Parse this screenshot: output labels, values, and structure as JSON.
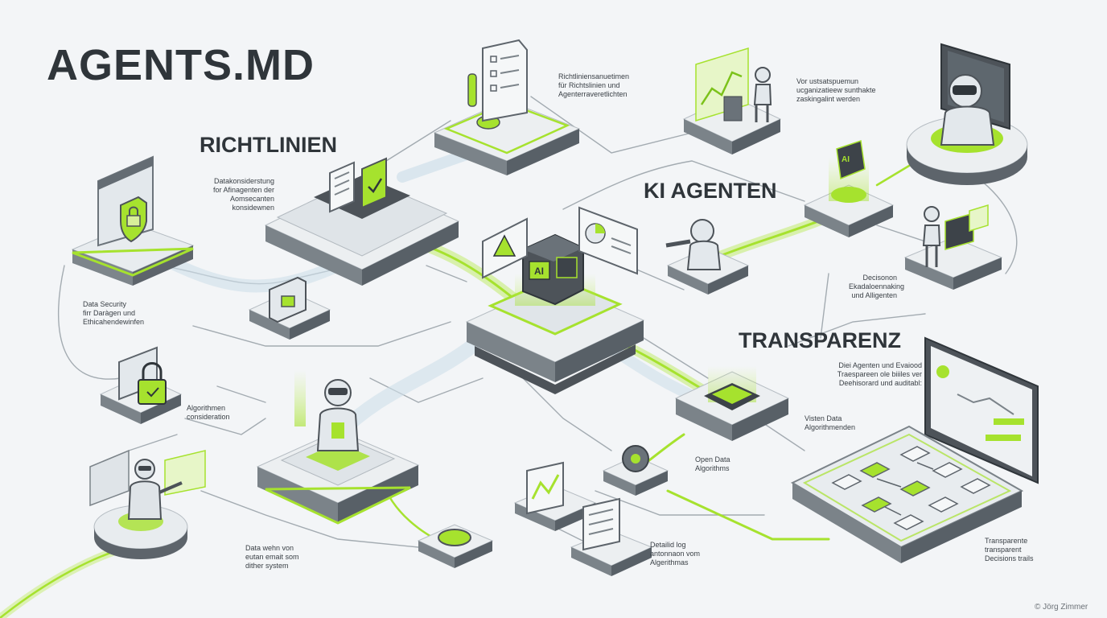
{
  "title": "AGENTS.MD",
  "sections": {
    "richtlinien": "RICHTLINIEN",
    "ki_agenten": "KI AGENTEN",
    "transparenz": "TRANSPARENZ"
  },
  "chip_label": "AI",
  "captions": {
    "richtlinien_top": "Richtliniensanuetimen\nfür Richtslinien und\nAgenterraveretlichten",
    "datakonsiderstung": "Datakonsiderstung\nfor Afinagenten der\nAomsecanten\nkonsidewnen",
    "data_security": "Data Security\nfirr Daràgen und\nEthicahendewinfen",
    "algorithmen": "Algorithmen\nconsideration",
    "data_wehn": "Data wehn von\neutan emait som\ndither system",
    "open_data": "Open Data\nAlgorithms",
    "detailed_log": "Detailid log\nantonnaon vom\nAlgerithmas",
    "visten_data": "Visten Data\nAlgorithmenden",
    "vor_ustsatspuem": "Vor ustsatspuemun\nucganizatieew sunthakte\nzaskingalint werden",
    "decisonon": "Decisonon\nEkadaloennaking\nund Alligenten",
    "diei_agenten": "Diei Agenten und Evaiood\nTraespareen ole biiiles ver\nDeehisorard und auditabl:",
    "transparente": "Transparente\ntransparent\nDecisions trails"
  },
  "credit": "© Jörg Zimmer",
  "colors": {
    "accent": "#a6e22e",
    "accent_dark": "#7cc21a",
    "line": "#9aa2a8",
    "platform_top": "#eceff1",
    "platform_side": "#5d646b",
    "dark": "#3d4349",
    "background": "#f3f5f7"
  },
  "icons": [
    "shield-lock-icon",
    "folder-icon",
    "padlock-icon",
    "robot-icon",
    "document-checklist-icon",
    "warning-icon",
    "pie-chart-icon",
    "gear-icon",
    "chart-icon",
    "ai-chip-icon",
    "monitor-icon",
    "flowchart-icon"
  ]
}
